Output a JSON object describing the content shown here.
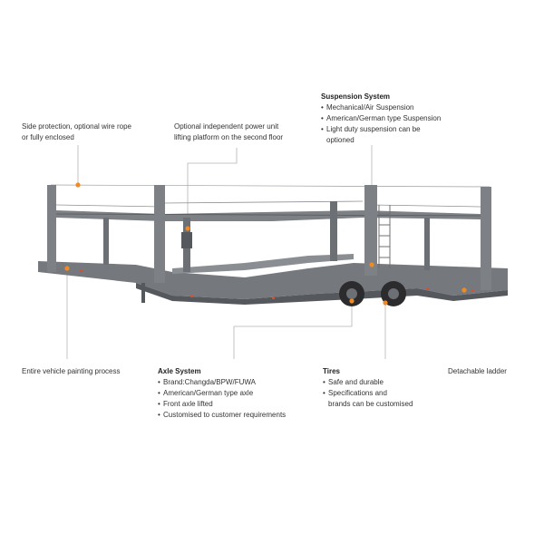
{
  "side_protection": {
    "lines": [
      "Side protection, optional wire rope",
      "or fully enclosed"
    ]
  },
  "power_unit": {
    "lines": [
      "Optional independent power unit",
      "lifting platform on the second floor"
    ]
  },
  "suspension": {
    "title": "Suspension System",
    "items": [
      "Mechanical/Air Suspension",
      "American/German type Suspension",
      "Light duty suspension can be"
    ],
    "continuation": "optioned"
  },
  "painting": {
    "text": "Entire vehicle painting process"
  },
  "axle": {
    "title": "Axle System",
    "items": [
      "Brand:Changda/BPW/FUWA",
      "American/German type axle",
      "Front axle lifted",
      "Customised to customer requirements"
    ]
  },
  "tires": {
    "title": "Tires",
    "items": [
      "Safe and durable",
      "Specifications and"
    ],
    "continuation": "brands can be customised"
  },
  "ladder": {
    "text": "Detachable ladder"
  },
  "colors": {
    "frame": "#7d8084",
    "frame_dark": "#55585c",
    "leader": "#b5b5b5",
    "marker": "#f08a24"
  }
}
